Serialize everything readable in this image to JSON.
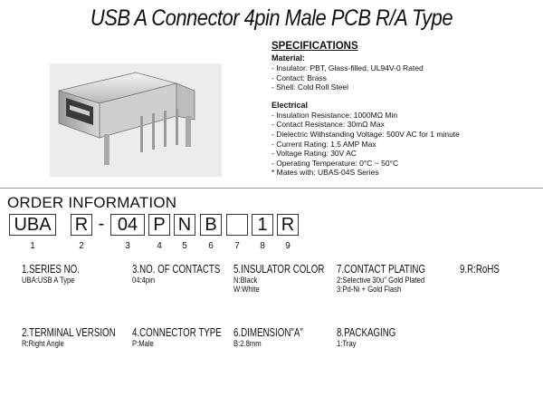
{
  "title": "USB A Connector 4pin Male PCB R/A Type",
  "specifications": {
    "heading": "SPECIFICATIONS",
    "material_heading": "Material:",
    "material": [
      "- Insulator: PBT, Glass-filled, UL94V-0 Rated",
      "- Contact: Brass",
      "- Shell: Cold Roll Steel"
    ],
    "electrical_heading": "Electrical",
    "electrical": [
      "- Insulation Resistance: 1000MΩ Min",
      "- Contact Resistance: 30mΩ Max",
      "- Dielectric Withstanding Voltage: 500V AC for 1 minute",
      "- Current Rating: 1.5 AMP Max",
      "- Voltage Rating: 30V AC",
      "- Operating Temperature: 0°C ~ 50°C",
      "* Mates with: UBAS-04S Series"
    ]
  },
  "order": {
    "title": "ORDER INFORMATION",
    "part_number": {
      "series": "UBA",
      "terminal": "R",
      "dash": "-",
      "contacts": "04",
      "connector": "P",
      "insulator": "N",
      "dimension": "B",
      "plating": "",
      "packaging": "1",
      "rohs": "R"
    },
    "indices": [
      "1",
      "2",
      "3",
      "4",
      "5",
      "6",
      "7",
      "8",
      "9"
    ],
    "legend": [
      {
        "title": "1.SERIES NO.",
        "lines": [
          "UBA:USB A Type"
        ]
      },
      {
        "title": "3.NO. OF CONTACTS",
        "lines": [
          "04:4pin"
        ]
      },
      {
        "title": "5.INSULATOR COLOR",
        "lines": [
          "N:Black",
          "W:White"
        ]
      },
      {
        "title": "7.CONTACT PLATING",
        "lines": [
          "2:Selective 30u\" Gold Plated",
          "3:Pd-Ni + Gold Flash"
        ]
      },
      {
        "title": "9.R:RoHS",
        "lines": []
      },
      {
        "title": "2.TERMINAL VERSION",
        "lines": [
          "R:Right Angle"
        ]
      },
      {
        "title": "4.CONNECTOR TYPE",
        "lines": [
          "P:Male"
        ]
      },
      {
        "title": "6.DIMENSION\"A\"",
        "lines": [
          "B:2.8mm"
        ]
      },
      {
        "title": "8.PACKAGING",
        "lines": [
          "1:Tray"
        ]
      }
    ]
  }
}
